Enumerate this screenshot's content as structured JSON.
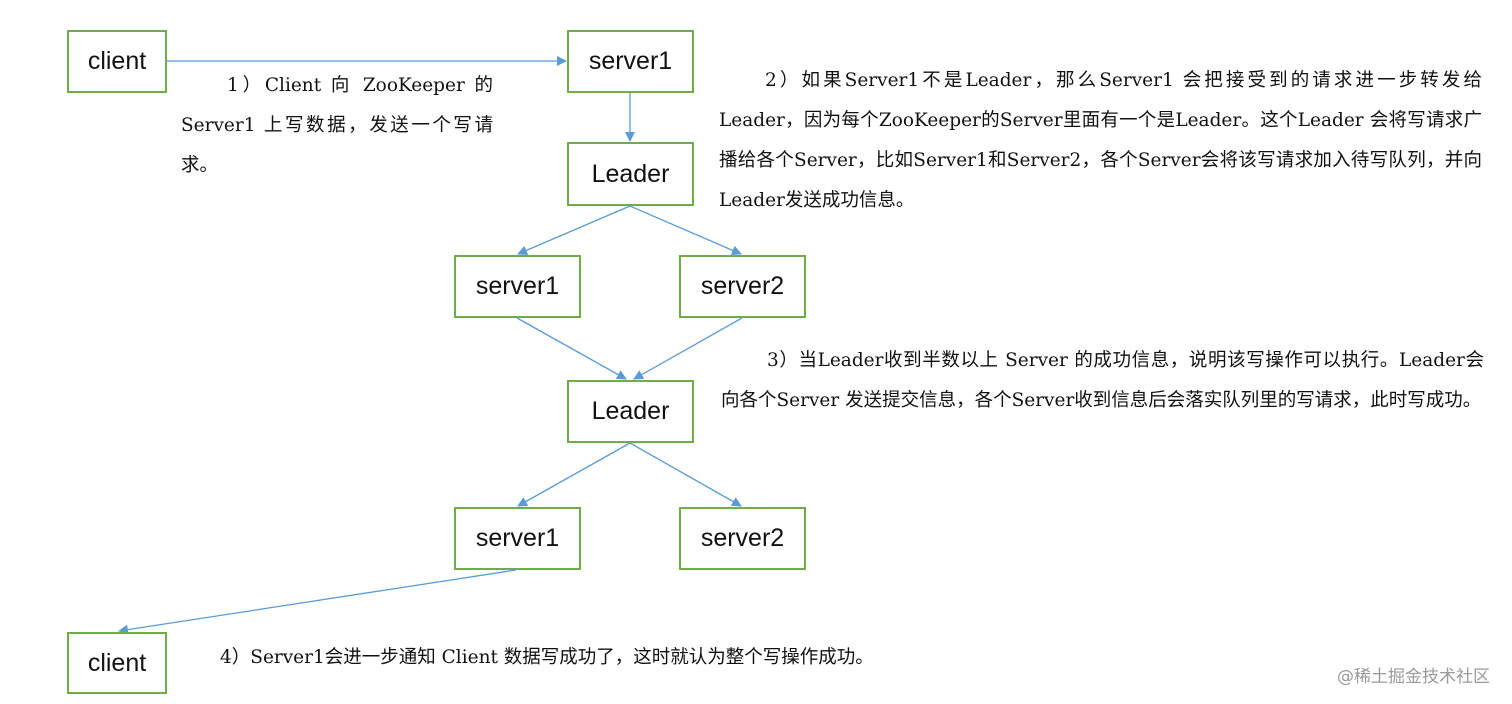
{
  "colors": {
    "node_border": "#70AD47",
    "arrow": "#5B9BD5",
    "text": "#111111",
    "watermark": "#9a9a9a"
  },
  "nodes": {
    "client_top": "client",
    "server1_top": "server1",
    "leader_1": "Leader",
    "server1_mid": "server1",
    "server2_mid": "server2",
    "leader_2": "Leader",
    "server1_bottom": "server1",
    "server2_bottom": "server2",
    "client_bottom": "client"
  },
  "steps": {
    "step1": "1）Client 向 ZooKeeper 的Server1 上写数据，发送一个写请求。",
    "step2": "2）如果Server1不是Leader，那么Server1 会把接受到的请求进一步转发给Leader，因为每个ZooKeeper的Server里面有一个是Leader。这个Leader 会将写请求广播给各个Server，比如Server1和Server2，各个Server会将该写请求加入待写队列，并向Leader发送成功信息。",
    "step3": "3）当Leader收到半数以上 Server 的成功信息，说明该写操作可以执行。Leader会向各个Server 发送提交信息，各个Server收到信息后会落实队列里的写请求，此时写成功。",
    "step4": "4）Server1会进一步通知 Client 数据写成功了，这时就认为整个写操作成功。"
  },
  "watermark": "@稀土掘金技术社区"
}
